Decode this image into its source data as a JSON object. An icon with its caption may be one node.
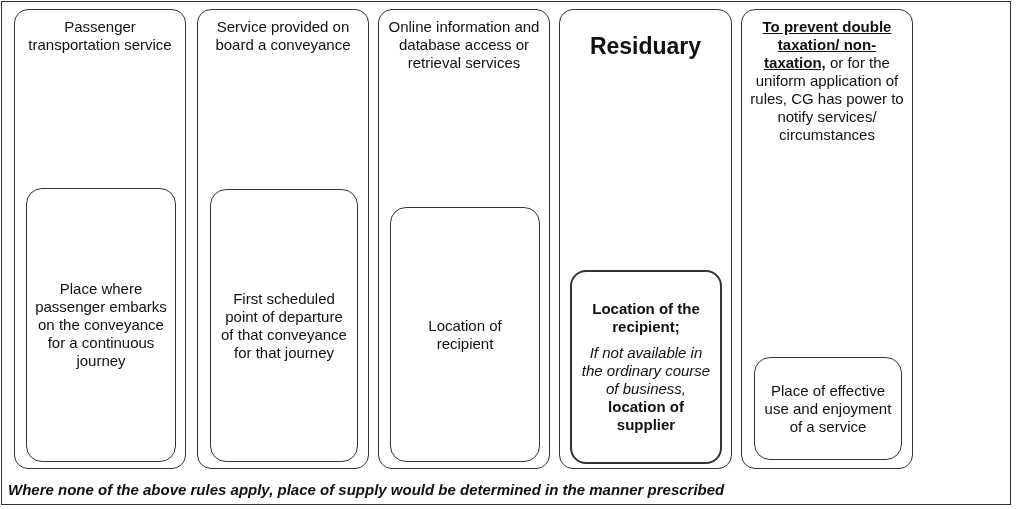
{
  "diagram": {
    "nodes": [
      {
        "text": [
          "Where none of the above rules apply, place of supply would be determined in the manner prescribed"
        ]
      },
      {
        "text": [
          "Passenger transportation service"
        ],
        "in": 0
      },
      {
        "text": [
          "Place where passenger embarks on the conveyance for a continuous journey"
        ],
        "in": 1
      },
      {
        "text": [
          "Service provided on board a conveyance"
        ],
        "in": 0
      },
      {
        "text": [
          "First scheduled point of departure of that conveyance for that journey"
        ],
        "in": 3
      },
      {
        "text": [
          "Online information and database access or retrieval services"
        ],
        "in": 0
      },
      {
        "text": [
          "Location of recipient"
        ],
        "in": 5
      },
      {
        "text": [
          "Residuary"
        ],
        "in": 0
      },
      {
        "text": [
          "Location of the recipient;",
          "*If not available in the ordinary course of business,* **location of supplier**"
        ],
        "in": 7
      },
      {
        "text": [
          "**To prevent double taxation/ non-taxation,** or for the uniform application of rules, CG has power to notify services/ circumstances"
        ],
        "in": 0
      },
      {
        "text": [
          "Place of effective use and enjoyment of a service"
        ],
        "in": 9
      }
    ]
  }
}
